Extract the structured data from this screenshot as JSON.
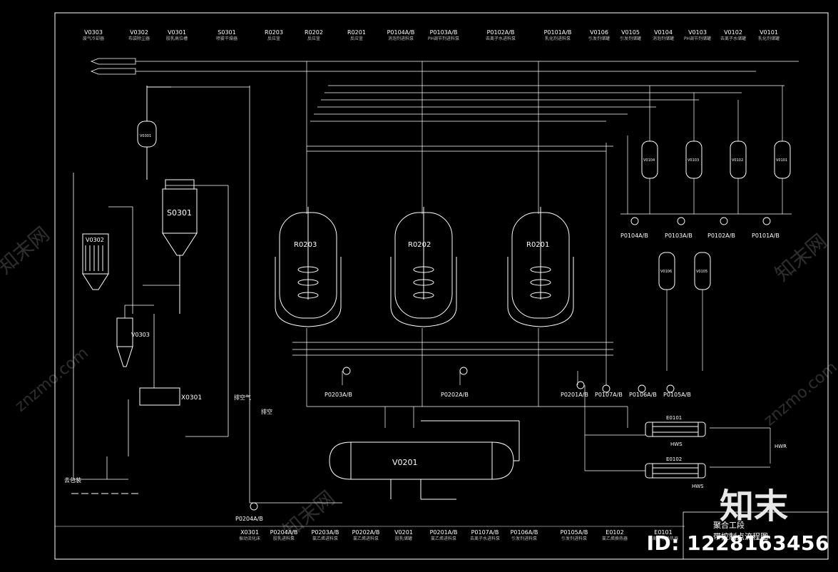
{
  "top_equipment": [
    {
      "tag": "V0303",
      "name": "废气冷却器"
    },
    {
      "tag": "V0302",
      "name": "布袋除尘器"
    },
    {
      "tag": "V0301",
      "name": "胶乳高位槽"
    },
    {
      "tag": "S0301",
      "name": "喷雾干燥器"
    },
    {
      "tag": "R0203",
      "name": "反应釜"
    },
    {
      "tag": "R0202",
      "name": "反应釜"
    },
    {
      "tag": "R0201",
      "name": "反应釜"
    },
    {
      "tag": "P0104A/B",
      "name": "消泡剂进料泵"
    },
    {
      "tag": "P0103A/B",
      "name": "PH调节剂进料泵"
    },
    {
      "tag": "P0102A/B",
      "name": "去离子水进料泵"
    },
    {
      "tag": "P0101A/B",
      "name": "乳化剂进料泵"
    },
    {
      "tag": "V0106",
      "name": "引发剂储罐"
    },
    {
      "tag": "V0105",
      "name": "引发剂储罐"
    },
    {
      "tag": "V0104",
      "name": "消泡剂储罐"
    },
    {
      "tag": "V0103",
      "name": "PH调节剂储罐"
    },
    {
      "tag": "V0102",
      "name": "去离子水储罐"
    },
    {
      "tag": "V0101",
      "name": "乳化剂储罐"
    }
  ],
  "bottom_equipment": [
    {
      "tag": "X0301",
      "name": "振动流化床"
    },
    {
      "tag": "P0204A/B",
      "name": "胶乳进料泵"
    },
    {
      "tag": "P0203A/B",
      "name": "氯乙烯进料泵"
    },
    {
      "tag": "P0202A/B",
      "name": "氯乙烯进料泵"
    },
    {
      "tag": "V0201",
      "name": "胶乳储罐"
    },
    {
      "tag": "P0201A/B",
      "name": "氯乙烯进料泵"
    },
    {
      "tag": "P0107A/B",
      "name": "去离子水进料泵"
    },
    {
      "tag": "P0106A/B",
      "name": "引发剂进料泵"
    },
    {
      "tag": "P0105A/B",
      "name": "引发剂进料泵"
    },
    {
      "tag": "E0102",
      "name": "氯乙烯换热器"
    },
    {
      "tag": "E0101",
      "name": "去离子水换热器"
    }
  ],
  "vessels": {
    "r0203": "R0203",
    "r0202": "R0202",
    "r0201": "R0201",
    "s0301": "S0301",
    "v0302": "V0302",
    "v0303": "V0303",
    "x0301": "X0301",
    "v0201": "V0201",
    "v0301": "V0301",
    "v0104": "V0104",
    "v0103": "V0103",
    "v0102": "V0102",
    "v0101": "V0101",
    "v0106": "V0106",
    "v0105": "V0105",
    "e0101": "E0101",
    "e0102": "E0102"
  },
  "pump_labels": {
    "p0204": "P0204A/B",
    "p0203": "P0203A/B",
    "p0202": "P0202A/B",
    "p0201": "P0201A/B",
    "p0107": "P0107A/B",
    "p0106": "P0106A/B",
    "p0105": "P0105A/B",
    "p0104": "P0104A/B",
    "p0103": "P0103A/B",
    "p0102": "P0102A/B",
    "p0101": "P0101A/B"
  },
  "misc": {
    "vent_air": "排空气",
    "vent": "排空",
    "to_pack": "去包装",
    "hws": "HWS",
    "hwr": "HWR",
    "section_title": "聚合工段",
    "section_sub": "带控制点流程图"
  },
  "watermark": {
    "brand": "知末",
    "id": "ID: 1228163456",
    "site": "znzmo.com",
    "site_cn": "知末网"
  },
  "colors": {
    "line": "#ffffff",
    "bg": "#000000",
    "muted": "#bdbdbd"
  }
}
